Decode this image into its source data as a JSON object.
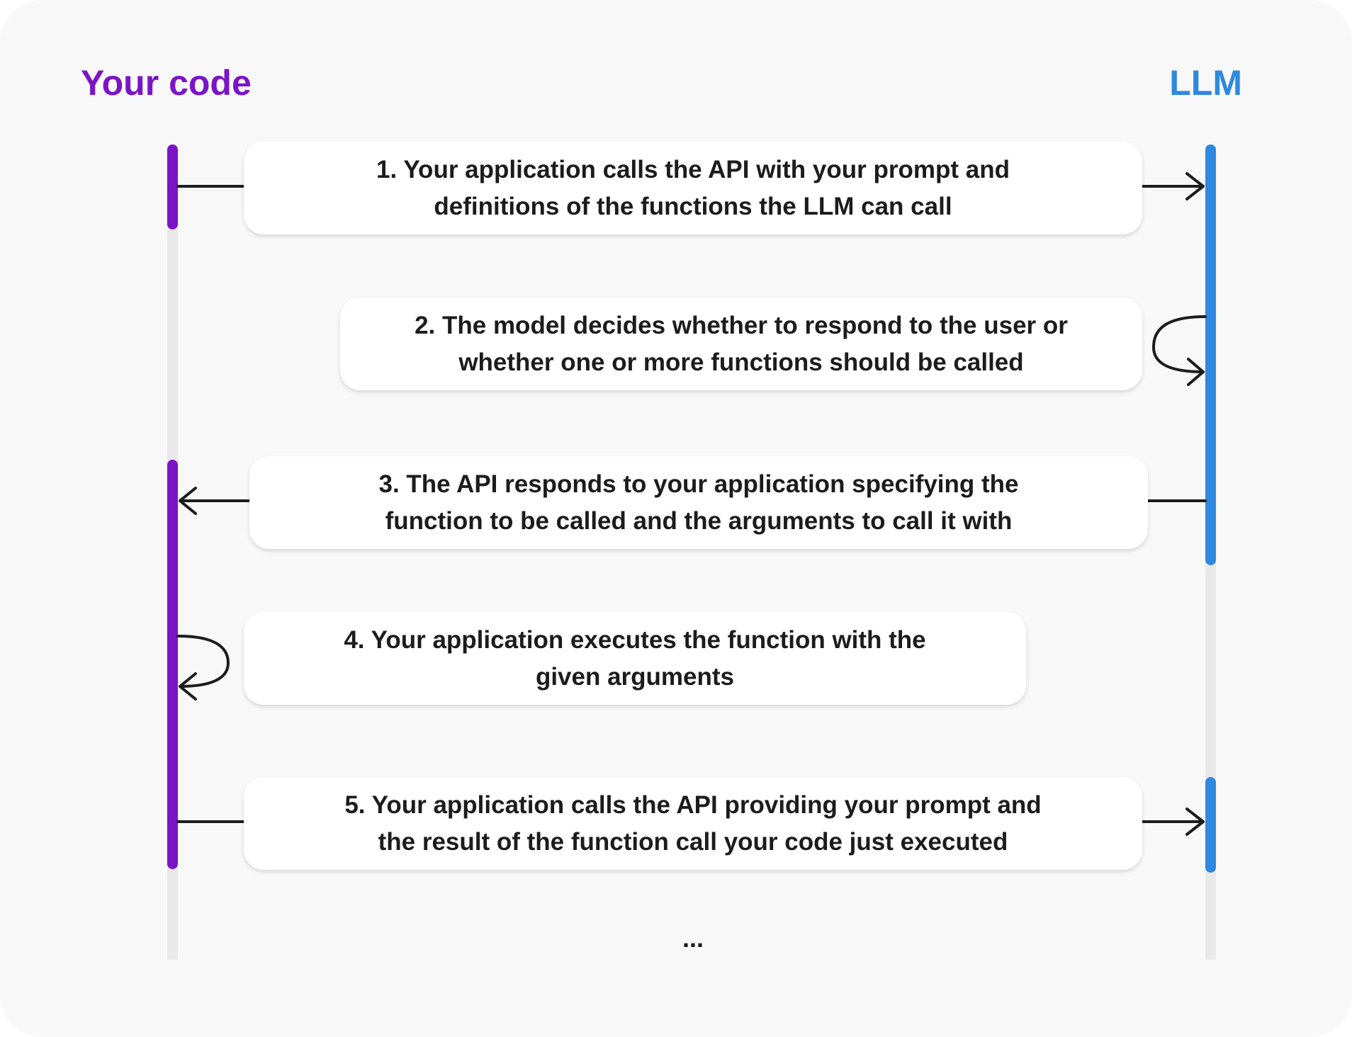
{
  "actors": {
    "left": {
      "label": "Your code",
      "color": "#7b14c7"
    },
    "right": {
      "label": "LLM",
      "color": "#2e89df"
    }
  },
  "steps": [
    {
      "text": "1. Your application calls the API with your prompt and\ndefinitions of the functions the LLM can call",
      "direction": "code-to-llm"
    },
    {
      "text": "2. The model decides whether to respond to the user or\nwhether one or more functions should be called",
      "direction": "llm-self"
    },
    {
      "text": "3. The API responds to your application specifying the\nfunction to be called and the arguments to call it with",
      "direction": "llm-to-code"
    },
    {
      "text": "4. Your application executes the function with the\ngiven  arguments",
      "direction": "code-self"
    },
    {
      "text": "5. Your application calls the API providing your prompt and\nthe result of the function call your code just executed",
      "direction": "code-to-llm"
    }
  ],
  "continuation": "...",
  "colors": {
    "background": "#f8f8f8",
    "card": "#ffffff",
    "text": "#1c1c1c",
    "connector": "#1c1c1c",
    "track": "#e9e9e9"
  }
}
